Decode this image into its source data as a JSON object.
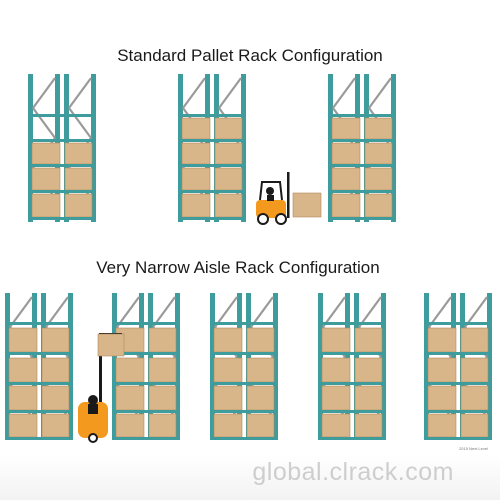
{
  "titles": {
    "top": "Standard Pallet Rack Configuration",
    "bottom": "Very Narrow Aisle Rack Configuration"
  },
  "copyright": "2015 Next Level",
  "watermark": "global.clrack.com",
  "colors": {
    "upright": "#3e9c9c",
    "upright_dark": "#2f7f80",
    "brace": "#9a9a9a",
    "box": "#d9b68a",
    "box_edge": "#b08a5c",
    "beam": "#3e9c9c",
    "forklift": "#f39a1e",
    "forklift_dark": "#1a1a1a"
  },
  "icons": [
    "pallet-rack-icon",
    "forklift-icon",
    "pallet-box-icon"
  ]
}
